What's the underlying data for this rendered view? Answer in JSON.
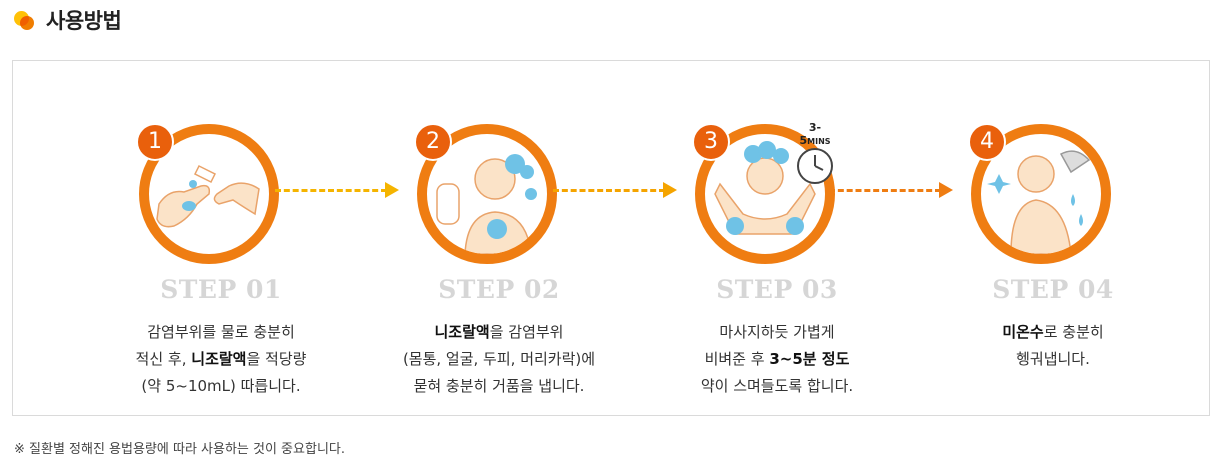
{
  "header": {
    "title": "사용방법",
    "icon": "bullet-dots-icon",
    "colors": {
      "accent": "#ef7d12",
      "yellow": "#ffc107"
    }
  },
  "steps": [
    {
      "number": "1",
      "label": "STEP 01",
      "lines": [
        [
          "감염부위를 물로 충분히"
        ],
        [
          "적신 후, ",
          "니조랄액",
          "을 적당량"
        ],
        [
          "(약 5~10mL) 따릅니다."
        ]
      ]
    },
    {
      "number": "2",
      "label": "STEP 02",
      "lines": [
        [
          "",
          "니조랄액",
          "을 감염부위"
        ],
        [
          "(몸통, 얼굴, 두피, 머리카락)에"
        ],
        [
          "묻혀 충분히 거품을 냅니다."
        ]
      ]
    },
    {
      "number": "3",
      "label": "STEP 03",
      "timer_text": "3-5",
      "timer_unit": "MINS",
      "lines": [
        [
          "마사지하듯 가볍게"
        ],
        [
          "비벼준 후 ",
          "3~5분 정도"
        ],
        [
          "약이 스며들도록 합니다."
        ]
      ]
    },
    {
      "number": "4",
      "label": "STEP 04",
      "lines": [
        [
          "",
          "미온수",
          "로 충분히"
        ],
        [
          "헹궈냅니다."
        ]
      ]
    }
  ],
  "note": "※ 질환별 정해진 용법용량에 따라 사용하는 것이 중요합니다."
}
